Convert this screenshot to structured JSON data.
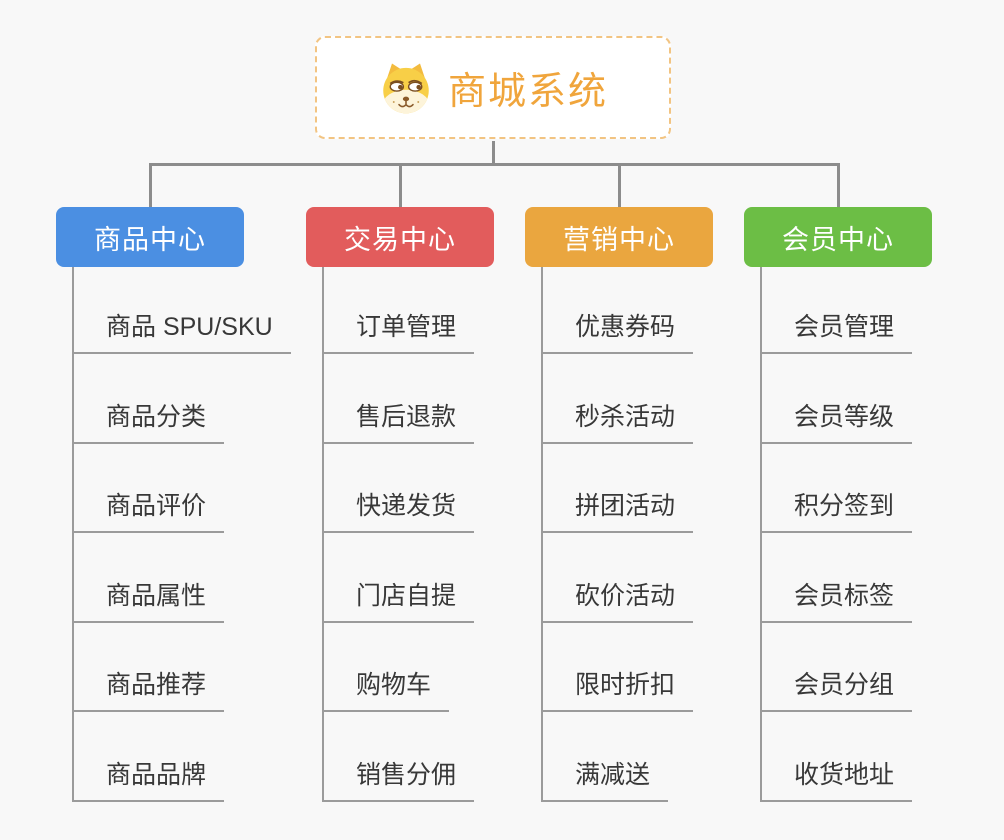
{
  "root": {
    "title": "商城系统",
    "icon": "shiba-dog-icon",
    "title_color": "#f0a53c",
    "border_color": "#f2c482"
  },
  "branches": [
    {
      "label": "商品中心",
      "color": "#4b8fe2",
      "items": [
        "商品 SPU/SKU",
        "商品分类",
        "商品评价",
        "商品属性",
        "商品推荐",
        "商品品牌"
      ]
    },
    {
      "label": "交易中心",
      "color": "#e25c5c",
      "items": [
        "订单管理",
        "售后退款",
        "快递发货",
        "门店自提",
        "购物车",
        "销售分佣"
      ]
    },
    {
      "label": "营销中心",
      "color": "#eaa63f",
      "items": [
        "优惠券码",
        "秒杀活动",
        "拼团活动",
        "砍价活动",
        "限时折扣",
        "满减送"
      ]
    },
    {
      "label": "会员中心",
      "color": "#6cbe45",
      "items": [
        "会员管理",
        "会员等级",
        "积分签到",
        "会员标签",
        "会员分组",
        "收货地址"
      ]
    }
  ],
  "colors": {
    "background": "#f8f8f8",
    "connector": "#8c8c8c",
    "leaf_line": "#9b9b9b",
    "leaf_text": "#383838"
  }
}
